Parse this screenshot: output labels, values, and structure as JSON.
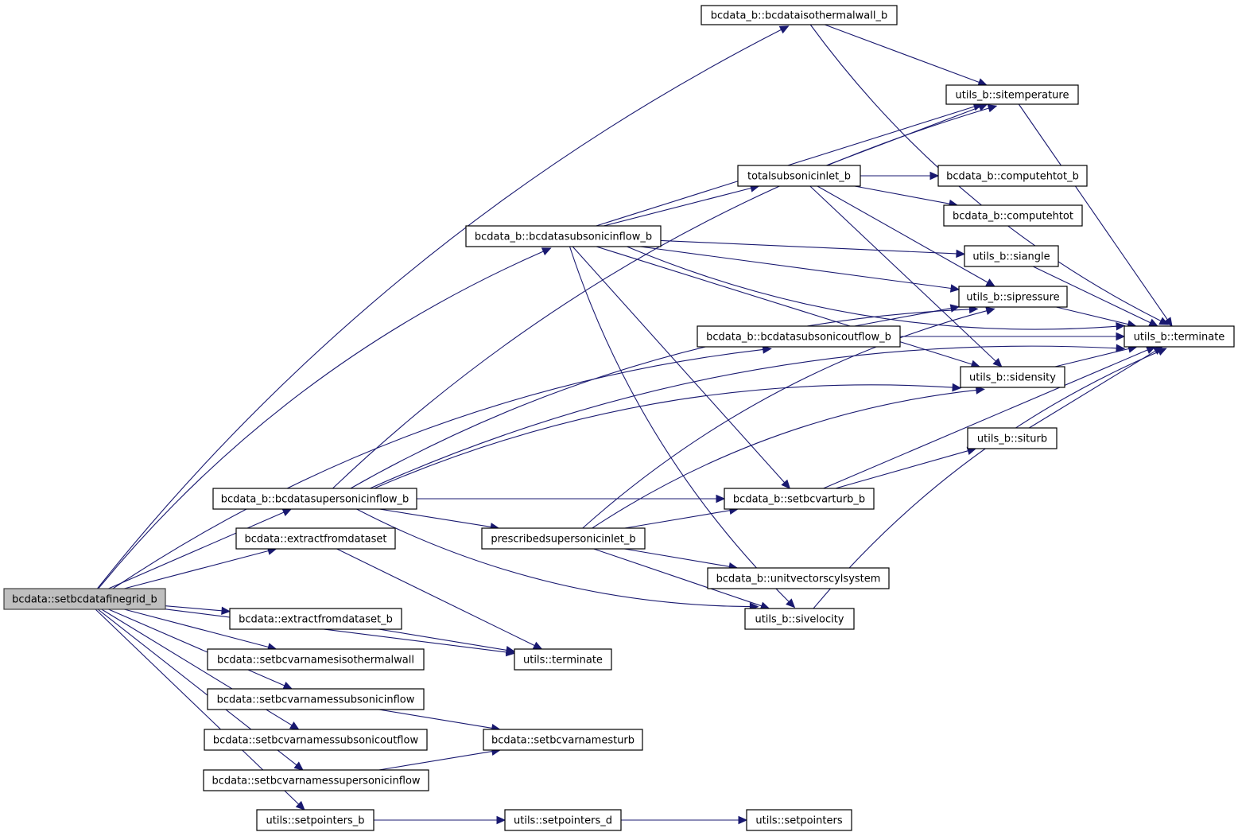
{
  "graph": {
    "title": "Call graph of bcdata::setbcdatafinegrid_b",
    "edge_color": "#191970",
    "root_fill": "#bfbfbf",
    "nodes": [
      {
        "id": "root",
        "label": "bcdata::setbcdatafinegrid_b",
        "root": true
      },
      {
        "id": "isowall",
        "label": "bcdata_b::bcdataisothermalwall_b"
      },
      {
        "id": "sitemp",
        "label": "utils_b::sitemperature"
      },
      {
        "id": "totsub",
        "label": "totalsubsonicinlet_b"
      },
      {
        "id": "chtot_b",
        "label": "bcdata_b::computehtot_b"
      },
      {
        "id": "chtot",
        "label": "bcdata_b::computehtot"
      },
      {
        "id": "subin",
        "label": "bcdata_b::bcdatasubsonicinflow_b"
      },
      {
        "id": "siangle",
        "label": "utils_b::siangle"
      },
      {
        "id": "sipres",
        "label": "utils_b::sipressure"
      },
      {
        "id": "subout",
        "label": "bcdata_b::bcdatasubsonicoutflow_b"
      },
      {
        "id": "uterm_b",
        "label": "utils_b::terminate"
      },
      {
        "id": "sidens",
        "label": "utils_b::sidensity"
      },
      {
        "id": "siturb",
        "label": "utils_b::siturb"
      },
      {
        "id": "supin",
        "label": "bcdata_b::bcdatasupersonicinflow_b"
      },
      {
        "id": "setturb_b",
        "label": "bcdata_b::setbcvarturb_b"
      },
      {
        "id": "extract",
        "label": "bcdata::extractfromdataset"
      },
      {
        "id": "presc",
        "label": "prescribedsupersonicinlet_b"
      },
      {
        "id": "unitvec",
        "label": "bcdata_b::unitvectorscylsystem"
      },
      {
        "id": "extract_b",
        "label": "bcdata::extractfromdataset_b"
      },
      {
        "id": "sivel",
        "label": "utils_b::sivelocity"
      },
      {
        "id": "nm_iso",
        "label": "bcdata::setbcvarnamesisothermalwall"
      },
      {
        "id": "uterm",
        "label": "utils::terminate"
      },
      {
        "id": "nm_subin",
        "label": "bcdata::setbcvarnamessubsonicinflow"
      },
      {
        "id": "nm_subout",
        "label": "bcdata::setbcvarnamessubsonicoutflow"
      },
      {
        "id": "nm_turb",
        "label": "bcdata::setbcvarnamesturb"
      },
      {
        "id": "nm_supin",
        "label": "bcdata::setbcvarnamessupersonicinflow"
      },
      {
        "id": "setp_b",
        "label": "utils::setpointers_b"
      },
      {
        "id": "setp_d",
        "label": "utils::setpointers_d"
      },
      {
        "id": "setp",
        "label": "utils::setpointers"
      }
    ],
    "edges": [
      [
        "root",
        "isowall"
      ],
      [
        "root",
        "subin"
      ],
      [
        "root",
        "subout"
      ],
      [
        "root",
        "supin"
      ],
      [
        "root",
        "extract"
      ],
      [
        "root",
        "extract_b"
      ],
      [
        "root",
        "uterm"
      ],
      [
        "root",
        "nm_iso"
      ],
      [
        "root",
        "nm_subin"
      ],
      [
        "root",
        "nm_subout"
      ],
      [
        "root",
        "nm_supin"
      ],
      [
        "root",
        "setp_b"
      ],
      [
        "isowall",
        "sitemp"
      ],
      [
        "isowall",
        "uterm_b"
      ],
      [
        "sitemp",
        "uterm_b"
      ],
      [
        "totsub",
        "sitemp"
      ],
      [
        "totsub",
        "chtot_b"
      ],
      [
        "totsub",
        "chtot"
      ],
      [
        "totsub",
        "sipres"
      ],
      [
        "totsub",
        "sidens"
      ],
      [
        "subin",
        "sitemp"
      ],
      [
        "subin",
        "uterm_b"
      ],
      [
        "subin",
        "totsub"
      ],
      [
        "subin",
        "siangle"
      ],
      [
        "subin",
        "sipres"
      ],
      [
        "subin",
        "sidens"
      ],
      [
        "subin",
        "setturb_b"
      ],
      [
        "subin",
        "sivel"
      ],
      [
        "siangle",
        "uterm_b"
      ],
      [
        "sipres",
        "uterm_b"
      ],
      [
        "sidens",
        "uterm_b"
      ],
      [
        "siturb",
        "uterm_b"
      ],
      [
        "subout",
        "sipres"
      ],
      [
        "subout",
        "uterm_b"
      ],
      [
        "supin",
        "sitemp"
      ],
      [
        "supin",
        "sipres"
      ],
      [
        "supin",
        "sidens"
      ],
      [
        "supin",
        "setturb_b"
      ],
      [
        "supin",
        "presc"
      ],
      [
        "supin",
        "sivel"
      ],
      [
        "supin",
        "uterm_b"
      ],
      [
        "setturb_b",
        "siturb"
      ],
      [
        "setturb_b",
        "uterm_b"
      ],
      [
        "presc",
        "sipres"
      ],
      [
        "presc",
        "setturb_b"
      ],
      [
        "presc",
        "sidens"
      ],
      [
        "presc",
        "unitvec"
      ],
      [
        "presc",
        "sivel"
      ],
      [
        "sivel",
        "uterm_b"
      ],
      [
        "extract",
        "uterm"
      ],
      [
        "extract_b",
        "uterm"
      ],
      [
        "nm_subin",
        "nm_turb"
      ],
      [
        "nm_supin",
        "nm_turb"
      ],
      [
        "setp_b",
        "setp_d"
      ],
      [
        "setp_d",
        "setp"
      ]
    ]
  }
}
